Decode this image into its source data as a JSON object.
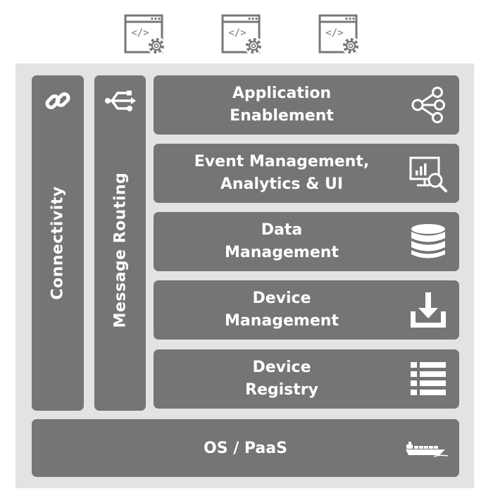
{
  "software_icons": [
    "code-window-gear-icon",
    "code-window-gear-icon",
    "code-window-gear-icon"
  ],
  "code_glyph": "</>",
  "columns": {
    "connectivity": {
      "label": "Connectivity",
      "icon": "link-icon"
    },
    "message_routing": {
      "label": "Message Routing",
      "icon": "usb-icon"
    }
  },
  "layers": [
    {
      "line1": "Application",
      "line2": "Enablement",
      "icon": "share-nodes-icon"
    },
    {
      "line1": "Event Management,",
      "line2": "Analytics & UI",
      "icon": "analytics-monitor-icon"
    },
    {
      "line1": "Data",
      "line2": "Management",
      "icon": "database-icon"
    },
    {
      "line1": "Device",
      "line2": "Management",
      "icon": "download-icon"
    },
    {
      "line1": "Device",
      "line2": "Registry",
      "icon": "list-icon"
    }
  ],
  "base": {
    "label": "OS / PaaS",
    "icon": "cargo-ship-icon"
  },
  "colors": {
    "panel": "#e3e3e3",
    "box": "#757575",
    "text": "#ffffff",
    "icon_outline": "#777777"
  }
}
